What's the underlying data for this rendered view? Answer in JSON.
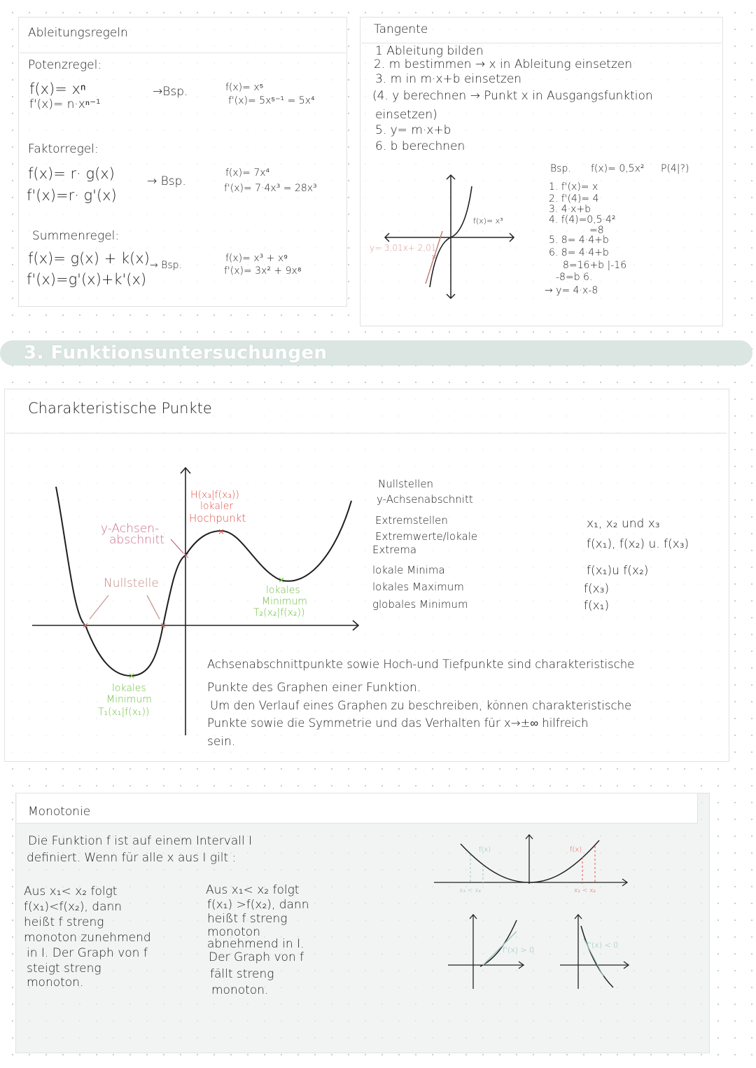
{
  "ableitung": {
    "title": "Ableitungsregeln",
    "potenz": {
      "label": "Potenzregel:",
      "f": "f(x)= xⁿ",
      "fp": "f'(x)= n·xⁿ⁻¹",
      "arrow": "→Bsp.",
      "ex_f": "f(x)= x⁵",
      "ex_fp": "f'(x)= 5x⁵⁻¹ = 5x⁴"
    },
    "faktor": {
      "label": "Faktorregel:",
      "f": "f(x)= r· g(x)",
      "fp": "f'(x)=r· g'(x)",
      "arrow": "→ Bsp.",
      "ex_f": "f(x)= 7x⁴",
      "ex_fp": "f'(x)= 7·4x³ = 28x³"
    },
    "summe": {
      "label": "Summenregel:",
      "f": "f(x)= g(x) + k(x)",
      "fp": "f'(x)=g'(x)+k'(x)",
      "arrow": "→ Bsp.",
      "ex_f": "f(x)= x³ + x⁹",
      "ex_fp": "f'(x)= 3x² + 9x⁸"
    }
  },
  "tangente": {
    "title": "Tangente",
    "steps": [
      "1 Ableitung bilden",
      "2. m bestimmen → x in Ableitung einsetzen",
      "3. m in m·x+b einsetzen",
      "(4. y berechnen → Punkt x in Ausgangsfunktion",
      "einsetzen)",
      "5. y= m·x+b",
      "6. b berechnen"
    ],
    "graph_fx": "f(x)= x³",
    "graph_tangent": "y= 3,01x+ 2,01",
    "bsp_head": "Bsp.",
    "bsp_f": "f(x)= 0,5x²",
    "bsp_p": "P(4|?)",
    "bsp_lines": [
      "1. f'(x)= x",
      "2. f'(4)= 4",
      "3. 4·x+b",
      "4. f(4)=0,5·4²",
      "=8",
      "5. 8= 4·4+b",
      "6. 8= 4·4+b",
      "8=16+b |-16",
      "-8=b 6.",
      "→ y= 4·x-8"
    ]
  },
  "section": {
    "title": "3. Funktionsuntersuchungen"
  },
  "charakteristisch": {
    "title": "Charakteristische Punkte",
    "graph_labels": {
      "hoch": [
        "H(x₃|f(x₃))",
        "lokaler",
        "Hochpunkt"
      ],
      "yachse": [
        "y-Achsen-",
        "abschnitt"
      ],
      "nullstelle": "Nullstelle",
      "min2": [
        "lokales",
        "Minimum",
        "T₂(x₂|f(x₂))"
      ],
      "min1": [
        "lokales",
        "Minimum",
        "T₁(x₁|f(x₁))"
      ]
    },
    "terms": [
      "Nullstellen",
      "y-Achsenabschnitt",
      "Extremstellen",
      "Extremwerte/lokale",
      "Extrema",
      "lokale Minima",
      "lokales Maximum",
      "globales Minimum"
    ],
    "values": [
      "x₁, x₂ und x₃",
      "f(x₁), f(x₂) u. f(x₃)",
      "f(x₁)u f(x₂)",
      "f(x₃)",
      "f(x₁)"
    ],
    "text": [
      "Achsenabschnittpunkte sowie Hoch-und Tiefpunkte sind charakteristische",
      "Punkte des Graphen einer Funktion.",
      "Um den Verlauf eines Graphen zu beschreiben, können charakteristische",
      "Punkte sowie die Symmetrie und das Verhalten für x→±∞ hilfreich",
      "sein."
    ]
  },
  "monotonie": {
    "title": "Monotonie",
    "intro": [
      "Die Funktion f ist auf einem Intervall I",
      "definiert. Wenn für alle x aus I gilt :"
    ],
    "left": [
      "Aus x₁< x₂ folgt",
      "f(x₁)<f(x₂), dann",
      "heißt f streng",
      "monoton zunehmend",
      "in I. Der Graph von f",
      "steigt streng",
      "monoton."
    ],
    "right": [
      "Aus x₁< x₂ folgt",
      "f(x₁) >f(x₂), dann",
      "heißt f streng",
      "monoton",
      "abnehmend in I.",
      "Der Graph von f",
      "fällt streng",
      "monoton."
    ],
    "fig": {
      "fx_left": "f(x)",
      "fx_right": "f(x)",
      "x_left": "x₃ < x₄",
      "x_right": "x₁ < x₂",
      "pos": "f'(x) > 0",
      "neg": "f'(x) < 0"
    }
  }
}
